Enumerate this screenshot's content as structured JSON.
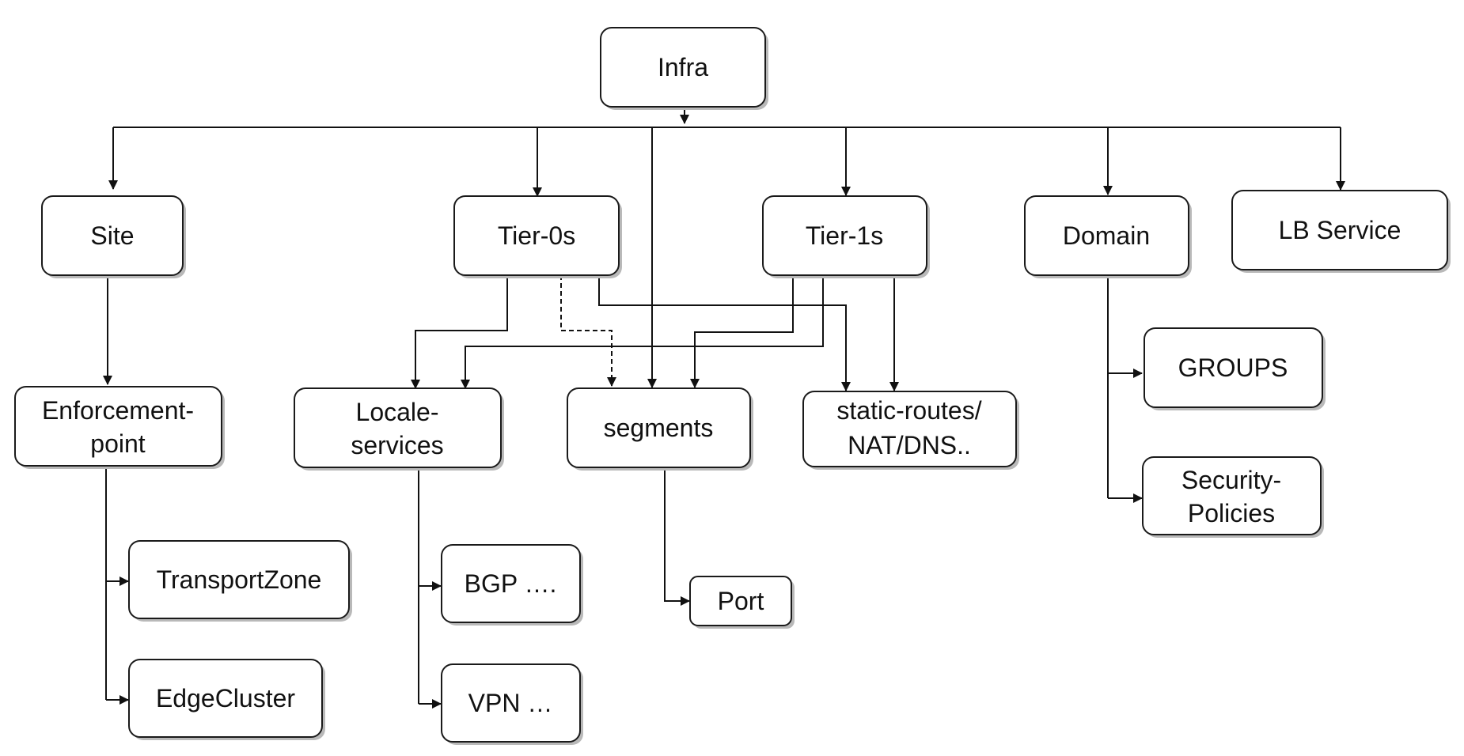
{
  "diagram": {
    "nodes": {
      "infra": {
        "lines": [
          "Infra"
        ]
      },
      "site": {
        "lines": [
          "Site"
        ]
      },
      "tier0s": {
        "lines": [
          "Tier-0s"
        ]
      },
      "tier1s": {
        "lines": [
          "Tier-1s"
        ]
      },
      "domain": {
        "lines": [
          "Domain"
        ]
      },
      "lb_service": {
        "lines": [
          "LB Service"
        ]
      },
      "enforcement_point": {
        "lines": [
          "Enforcement-",
          "point"
        ]
      },
      "locale_services": {
        "lines": [
          "Locale-",
          "services"
        ]
      },
      "segments": {
        "lines": [
          "segments"
        ]
      },
      "static_routes": {
        "lines": [
          "static-routes/",
          "NAT/DNS.."
        ]
      },
      "groups": {
        "lines": [
          "GROUPS"
        ]
      },
      "security_policies": {
        "lines": [
          "Security-",
          "Policies"
        ]
      },
      "transport_zone": {
        "lines": [
          "TransportZone"
        ]
      },
      "edge_cluster": {
        "lines": [
          "EdgeCluster"
        ]
      },
      "bgp": {
        "lines": [
          "BGP …."
        ]
      },
      "vpn": {
        "lines": [
          "VPN …"
        ]
      },
      "port": {
        "lines": [
          "Port"
        ]
      }
    }
  }
}
